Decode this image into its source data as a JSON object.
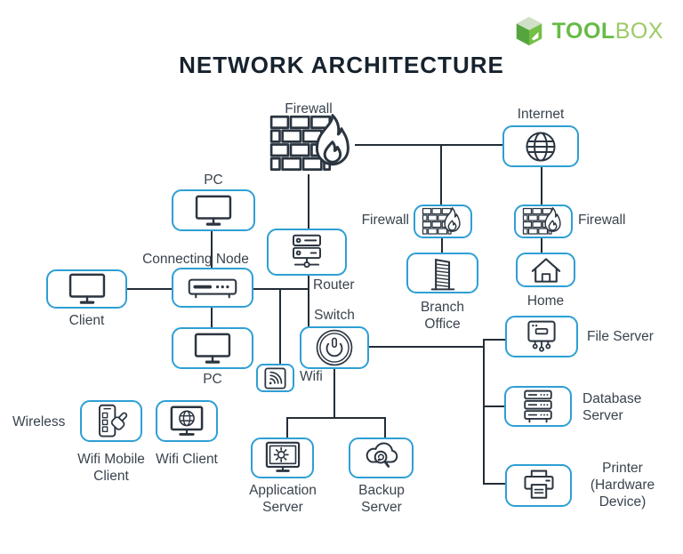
{
  "logo": {
    "tool": "TOOL",
    "box": "BOX"
  },
  "title": "NETWORK ARCHITECTURE",
  "colors": {
    "accent_box_border": "#2E9FD4",
    "icon_ink": "#2B3540",
    "line_ink": "#232D36",
    "brand_green": "#66BB45",
    "brand_green_light": "#9CCA66"
  },
  "nodes": {
    "firewall_top": {
      "label": "Firewall",
      "icon": "firewall-icon"
    },
    "internet": {
      "label": "Internet",
      "icon": "globe-icon"
    },
    "pc_top": {
      "label": "PC",
      "icon": "monitor-icon"
    },
    "firewall_branch": {
      "label": "Firewall",
      "icon": "firewall-icon"
    },
    "firewall_home": {
      "label": "Firewall",
      "icon": "firewall-icon"
    },
    "router": {
      "label": "Router",
      "icon": "router-icon"
    },
    "branch_office": {
      "label": "Branch Office",
      "icon": "office-building-icon"
    },
    "home": {
      "label": "Home",
      "icon": "home-icon"
    },
    "connecting_node": {
      "label": "Connecting Node",
      "icon": "hub-icon"
    },
    "client": {
      "label": "Client",
      "icon": "monitor-icon"
    },
    "pc_bottom": {
      "label": "PC",
      "icon": "monitor-icon"
    },
    "switch": {
      "label": "Switch",
      "icon": "power-button-icon"
    },
    "wifi": {
      "label": "Wifi",
      "icon": "wifi-icon"
    },
    "file_server": {
      "label": "File Server",
      "icon": "file-server-icon"
    },
    "database_server": {
      "label": "Database Server",
      "icon": "database-icon"
    },
    "printer": {
      "label": "Printer (Hardware Device)",
      "icon": "printer-icon"
    },
    "application_server": {
      "label": "Application Server",
      "icon": "monitor-gear-icon"
    },
    "backup_server": {
      "label": "Backup Server",
      "icon": "cloud-sync-icon"
    },
    "wireless": {
      "label": "Wireless"
    },
    "wifi_mobile_client": {
      "label": "Wifi Mobile Client",
      "icon": "phone-tap-icon"
    },
    "wifi_client": {
      "label": "Wifi Client",
      "icon": "monitor-globe-icon"
    }
  }
}
